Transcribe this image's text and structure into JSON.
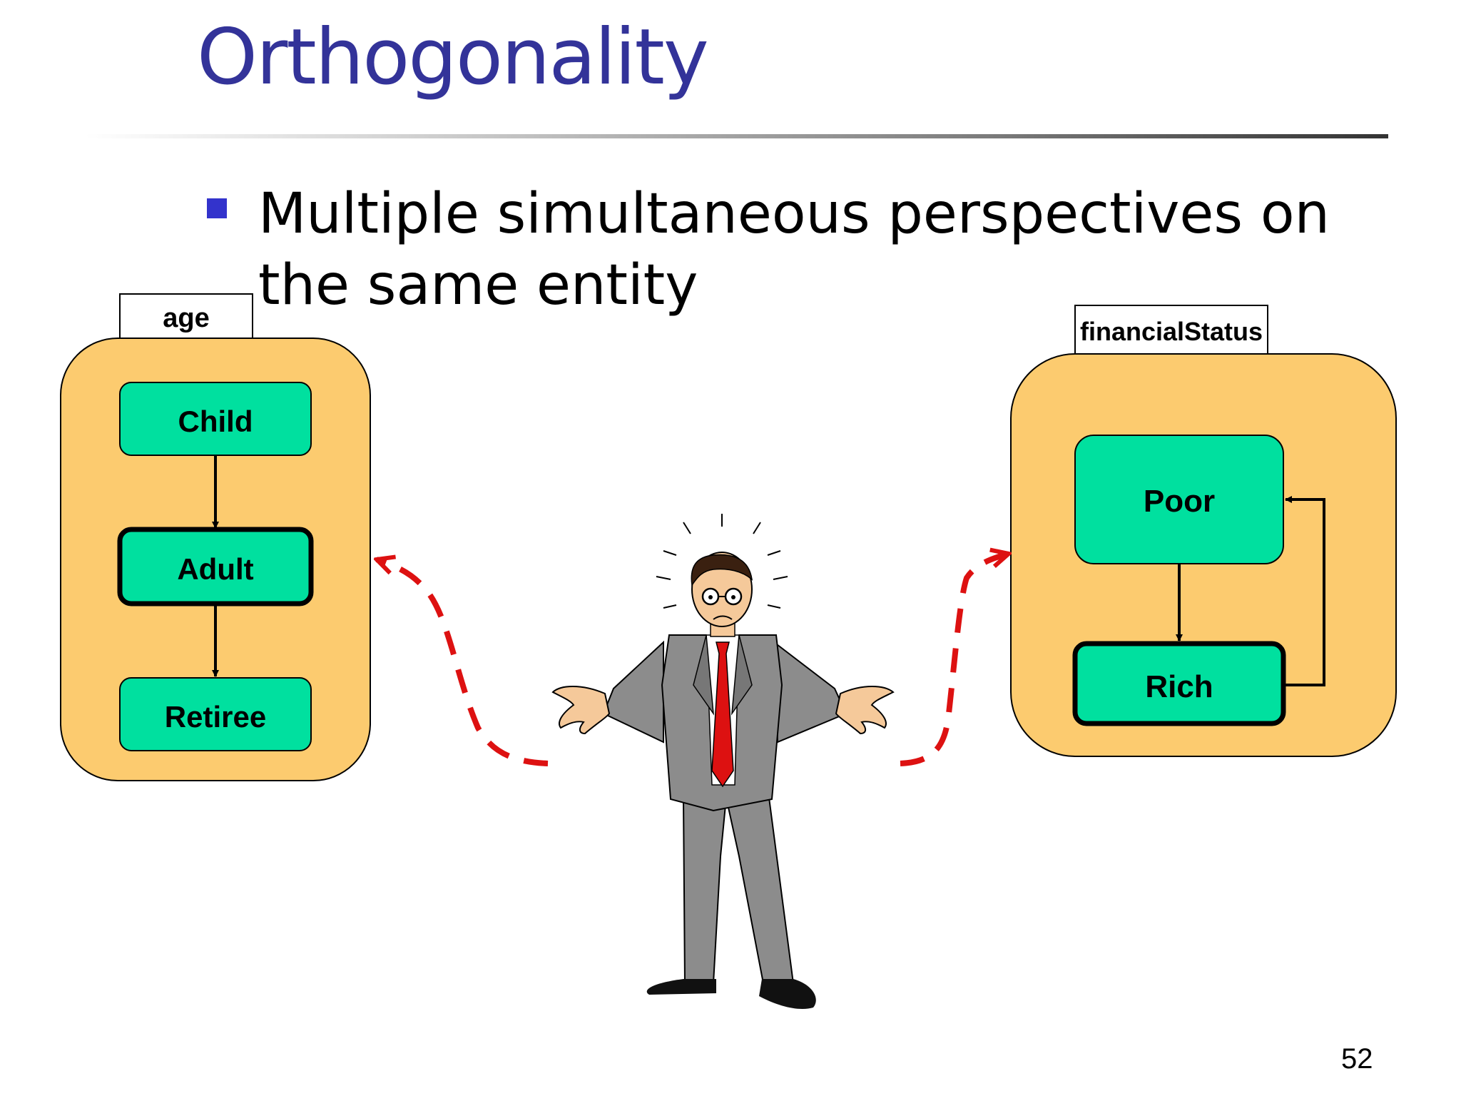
{
  "slide": {
    "title": "Orthogonality",
    "bullet": "Multiple simultaneous perspectives on the same entity",
    "page_number": "52"
  },
  "age_region": {
    "tab_label": "age",
    "states": [
      "Child",
      "Adult",
      "Retiree"
    ],
    "active_state": "Adult"
  },
  "financial_region": {
    "tab_label": "financialStatus",
    "states": [
      "Poor",
      "Rich"
    ],
    "active_state": "Rich"
  },
  "colors": {
    "title": "#333399",
    "bullet": "#3333cc",
    "region_fill": "#fccb6f",
    "state_fill": "#00e09f",
    "arrow_dashed": "#dd1111",
    "suit": "#8c8c8c",
    "tie": "#dd1111",
    "skin": "#f5c99a"
  }
}
